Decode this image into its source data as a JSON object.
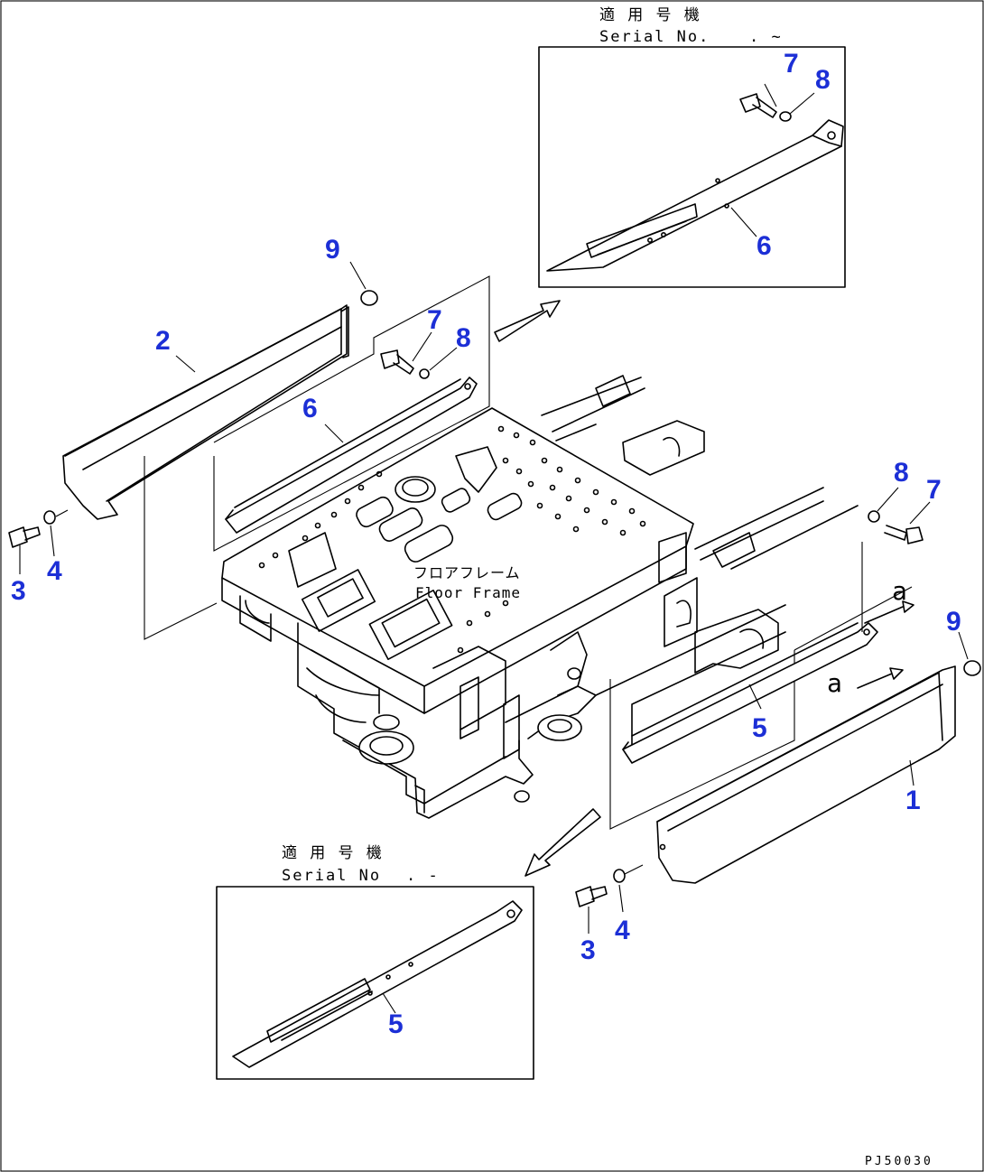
{
  "inset_top": {
    "note_line1": "適 用 号 機",
    "note_line2": "Serial No.",
    "note_range": ". ~"
  },
  "inset_bottom": {
    "note_line1": "適 用 号 機",
    "note_line2": "Serial No",
    "note_range": ". -"
  },
  "frame_label": {
    "jp": "フロアフレーム",
    "en": "Floor Frame"
  },
  "view_marker": "a",
  "drawing_ref": "PJ50030",
  "callouts": [
    "7",
    "8",
    "6",
    "9",
    "2",
    "7",
    "8",
    "6",
    "3",
    "4",
    "8",
    "7",
    "9",
    "5",
    "1",
    "3",
    "4",
    "5"
  ]
}
